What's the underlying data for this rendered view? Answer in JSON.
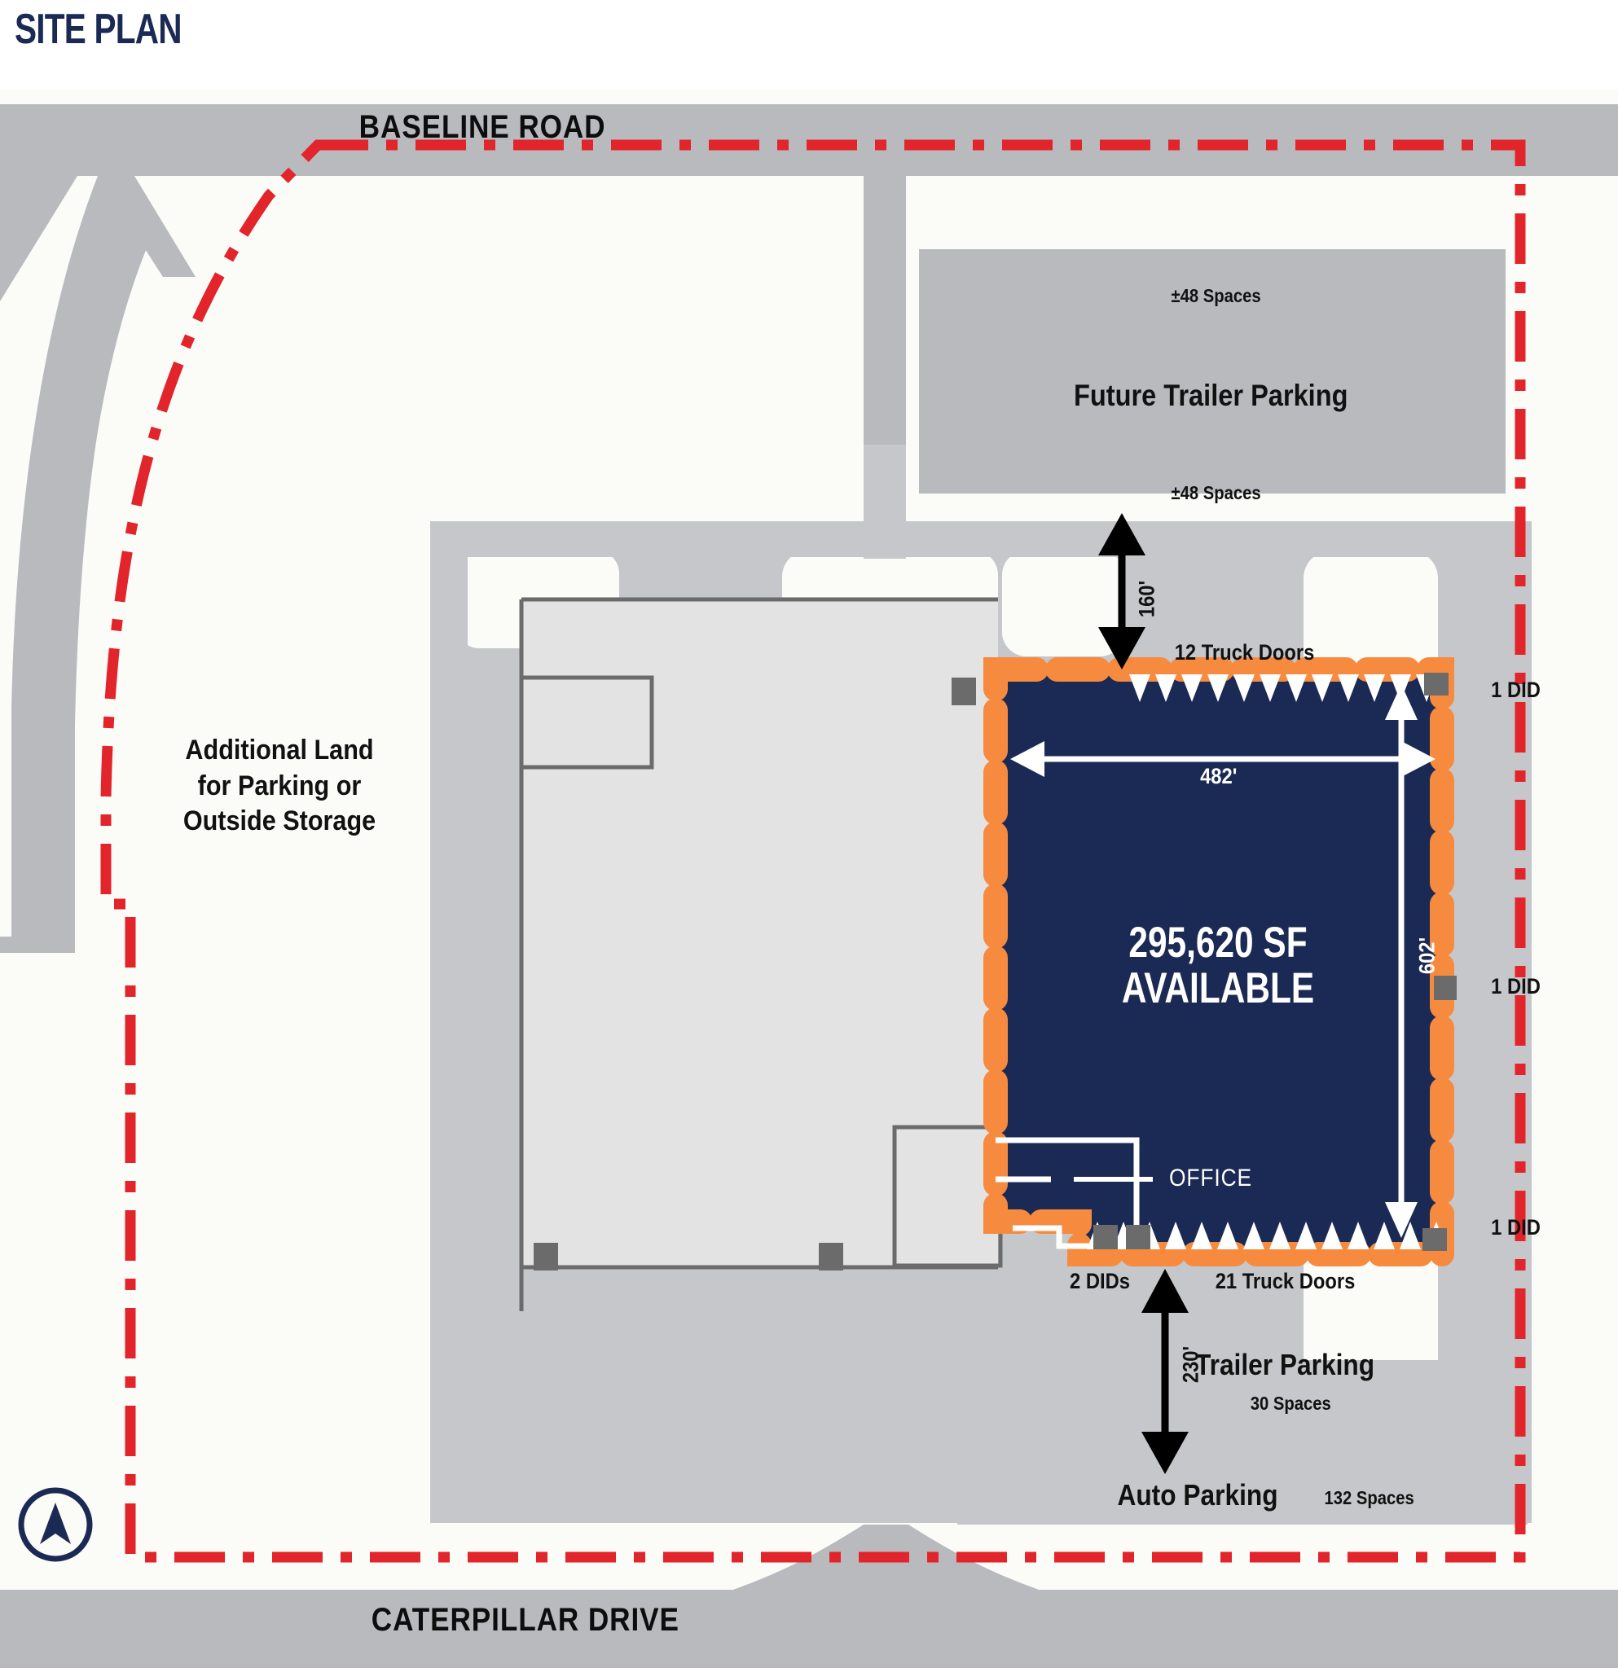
{
  "title": "SITE PLAN",
  "colors": {
    "navy": "#1b2a54",
    "orange": "#f68b3f",
    "red": "#e1252b",
    "road_gray": "#b8babe",
    "pad_gray": "#c6c7ca",
    "building_gray": "#e3e3e3",
    "bg": "#fbfbf7",
    "white": "#ffffff",
    "door_gray": "#6b6b6b"
  },
  "roads": {
    "top": "BASELINE ROAD",
    "bottom": "CATERPILLAR DRIVE"
  },
  "future_trailer_parking": {
    "label": "Future Trailer Parking",
    "spaces_top": "±48 Spaces",
    "spaces_bottom": "±48 Spaces"
  },
  "additional_land": {
    "line1": "Additional Land",
    "line2": "for Parking or",
    "line3": "Outside Storage"
  },
  "building": {
    "area_line1": "295,620 SF",
    "area_line2": "AVAILABLE",
    "office_label": "OFFICE",
    "width_dim": "482'",
    "depth_dim": "602'",
    "north_yard_dim": "160'",
    "south_yard_dim": "230'",
    "doors_top": "12 Truck Doors",
    "doors_bottom": "21 Truck Doors",
    "dids_bottom": "2 DIDs",
    "did_top_right": "1 DID",
    "did_mid_right": "1 DID",
    "did_bottom_right": "1 DID"
  },
  "trailer_parking": {
    "label": "Trailer Parking",
    "spaces": "30 Spaces"
  },
  "auto_parking": {
    "label": "Auto Parking",
    "spaces": "132 Spaces"
  },
  "north_arrow": {
    "name": "north-arrow"
  }
}
